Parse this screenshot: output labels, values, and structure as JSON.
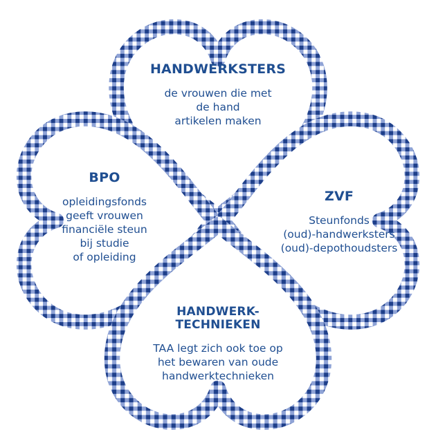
{
  "colors": {
    "gingham_dark": "#1e3f8a",
    "gingham_mid": "#8fa3d6",
    "gingham_light": "#ffffff",
    "text": "#1f4e91"
  },
  "hearts": {
    "top": {
      "title": "HANDWERKSTERS",
      "body": "de vrouwen die met\nde hand\nartikelen maken"
    },
    "left": {
      "title": "BPO",
      "body": "opleidingsfonds\ngeeft vrouwen\nfinanciële steun\nbij studie\nof opleiding"
    },
    "right": {
      "title": "ZVF",
      "body": "Steunfonds\n(oud)-handwerksters\n(oud)-depothoudsters"
    },
    "bottom": {
      "title": "HANDWERK-\nTECHNIEKEN",
      "body": "TAA legt zich ook toe op\nhet bewaren van oude\nhandwerktechnieken"
    }
  }
}
